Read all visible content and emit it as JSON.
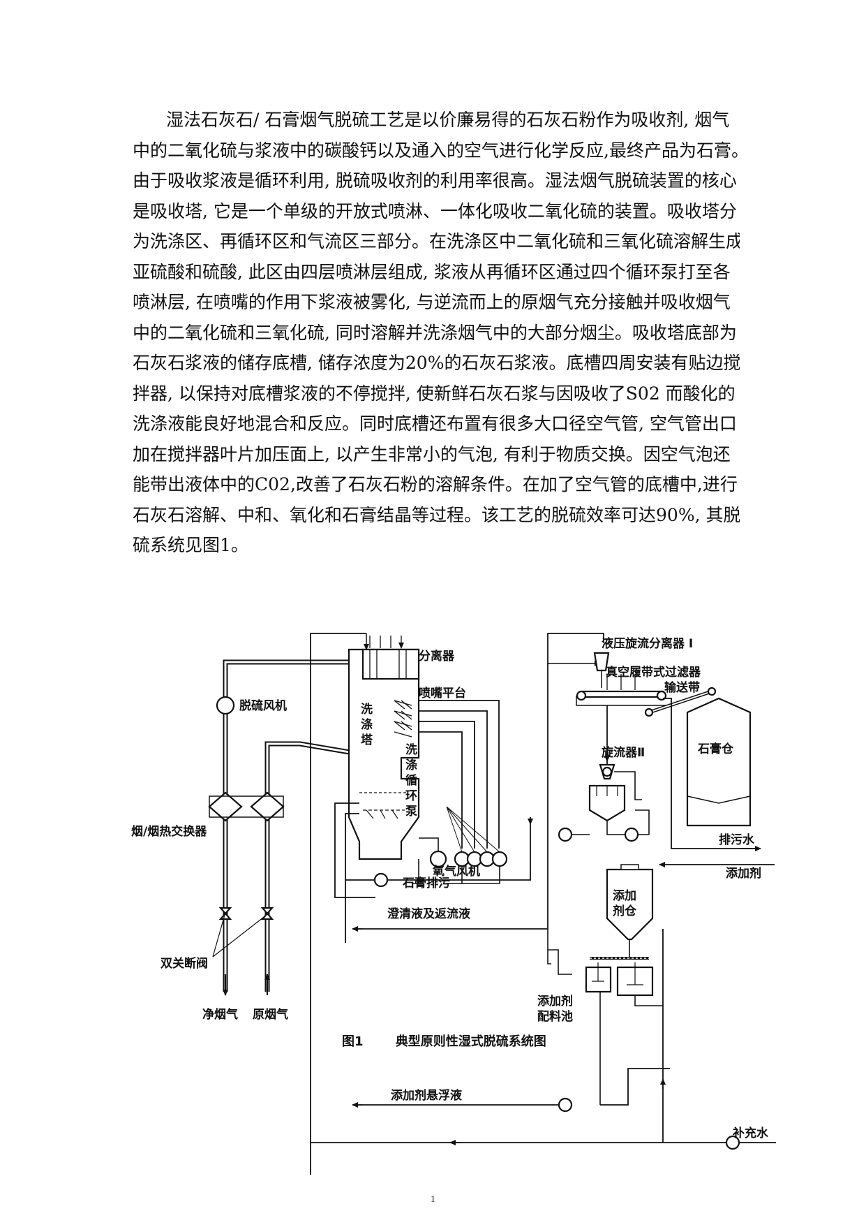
{
  "paragraph": {
    "lines": [
      "湿法石灰石/ 石膏烟气脱硫工艺是以价廉易得的石灰石粉作为吸收剂, 烟气",
      "中的二氧化硫与浆液中的碳酸钙以及通入的空气进行化学反应,最终产品为石膏。",
      "由于吸收浆液是循环利用, 脱硫吸收剂的利用率很高。湿法烟气脱硫装置的核心",
      "是吸收塔, 它是一个单级的开放式喷淋、一体化吸收二氧化硫的装置。吸收塔分",
      "为洗涤区、再循环区和气流区三部分。在洗涤区中二氧化硫和三氧化硫溶解生成",
      "亚硫酸和硫酸, 此区由四层喷淋层组成, 浆液从再循环区通过四个循环泵打至各",
      "喷淋层, 在喷嘴的作用下浆液被雾化, 与逆流而上的原烟气充分接触并吸收烟气",
      "中的二氧化硫和三氧化硫, 同时溶解并洗涤烟气中的大部分烟尘。吸收塔底部为",
      "石灰石浆液的储存底槽, 储存浓度为20%的石灰石浆液。底槽四周安装有贴边搅",
      "拌器, 以保持对底槽浆液的不停搅拌, 使新鲜石灰石浆与因吸收了S02 而酸化的",
      "洗涤液能良好地混合和反应。同时底槽还布置有很多大口径空气管, 空气管出口",
      "加在搅拌器叶片加压面上, 以产生非常小的气泡, 有利于物质交换。因空气泡还",
      "能带出液体中的C02,改善了石灰石粉的溶解条件。在加了空气管的底槽中,进行",
      "石灰石溶解、中和、氧化和石膏结晶等过程。该工艺的脱硫效率可达90%, 其脱",
      "硫系统见图1。"
    ]
  },
  "figure": {
    "labels": {
      "separator": "分离器",
      "desulfur_fan": "脱硫风机",
      "nozzle_platform": "喷嘴平台",
      "wash_tower": "洗涤塔",
      "wash_pump": "洗涤循环泵",
      "heat_exchanger": "烟/烟热交换器",
      "double_valve": "双关断阀",
      "clean_gas": "净烟气",
      "raw_gas": "原烟气",
      "oxygen_fan": "氧气风机",
      "gypsum_discharge": "石膏排污",
      "clarified": "澄清液及返流液",
      "additive_susp": "添加剂悬浮液",
      "hydrocyclone_1": "液压旋流分离器 I",
      "vacuum_filter": "真空履带式过滤器",
      "conveyor": "输送带",
      "gypsum_silo": "石膏仓",
      "cyclone_2": "旋流器Ⅱ",
      "drain_water": "排污水",
      "additive_silo": "添加剂仓",
      "additive": "添加剂",
      "mix_tank": "添加剂配料池",
      "makeup_water": "补充水"
    }
  },
  "caption": {
    "num": "图1",
    "text": "典型原则性湿式脱硫系统图"
  },
  "page_number": "1"
}
